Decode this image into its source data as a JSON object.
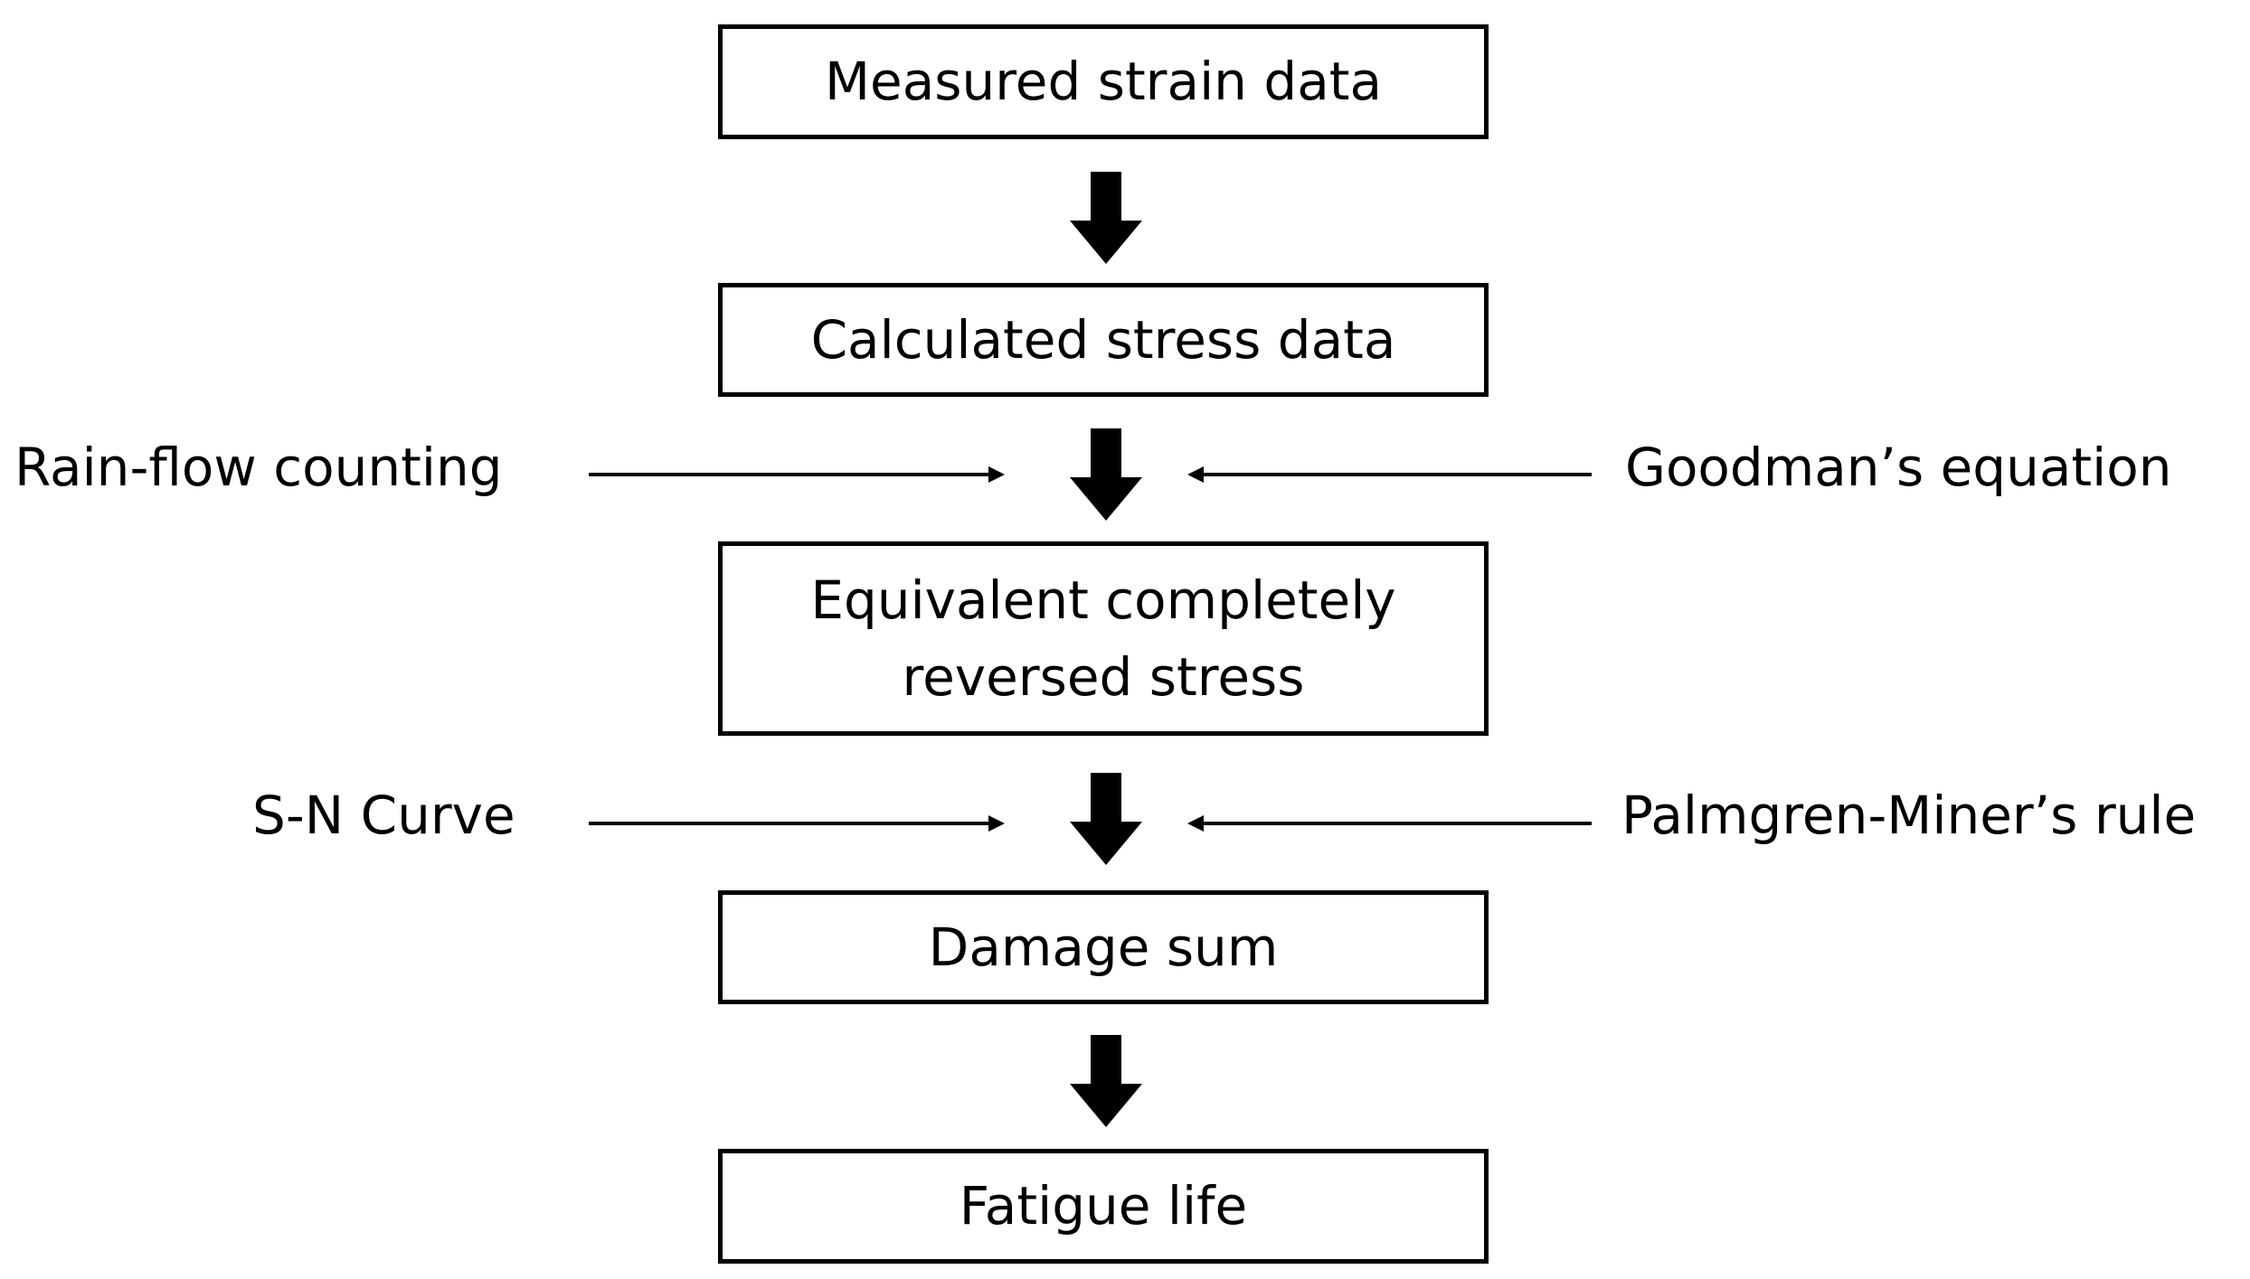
{
  "steps": [
    {
      "label": "Measured strain data"
    },
    {
      "label": "Calculated stress data"
    },
    {
      "label": "Equivalent  completely\nreversed  stress"
    },
    {
      "label": "Damage sum"
    },
    {
      "label": "Fatigue life"
    }
  ],
  "inputs": {
    "step2_left": "Rain-flow counting",
    "step2_right": "Goodman’s equation",
    "step3_left": "S-N Curve",
    "step3_right": "Palmgren-Miner’s rule"
  }
}
